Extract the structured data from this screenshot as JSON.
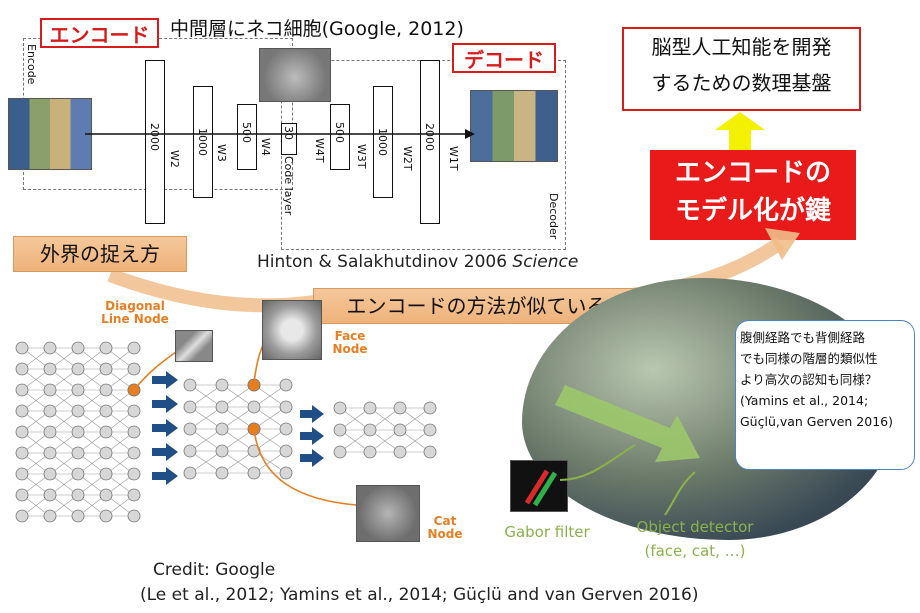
{
  "autoencoder": {
    "encode_badge": "エンコード",
    "decode_badge": "デコード",
    "title": "中間層にネコ細胞(Google, 2012)",
    "encode_side": "Encode",
    "decoder_side": "Decoder",
    "code_layer": "Code layer",
    "enc_layers": [
      "2000",
      "1000",
      "500",
      "30"
    ],
    "dec_layers": [
      "500",
      "1000",
      "2000"
    ],
    "enc_weights": [
      "W2",
      "W3",
      "W4"
    ],
    "dec_weights": [
      "W4T",
      "W3T",
      "W2T",
      "W1T"
    ]
  },
  "citation_hinton": {
    "text": "Hinton & Salakhutdinov 2006 ",
    "journal": "Science"
  },
  "left_label": "外界の捉え方",
  "middle_label": "エンコードの方法が似ている",
  "brain_goal": [
    "脳型人工知能を開発",
    "するための数理基盤"
  ],
  "key_box": [
    "エンコードの",
    "モデル化が鍵"
  ],
  "nn": {
    "diagonal": "Diagonal Line Node",
    "face": "Face Node",
    "cat": "Cat Node"
  },
  "note_box": [
    "腹側経路でも背側経路",
    "でも同様の階層的類似性",
    "より高次の認知も同様？",
    "(Yamins et al., 2014;",
    "Güçlü,van Gerven 2016)"
  ],
  "brain": {
    "gabor": "Gabor filter",
    "object_detector": "Object detector",
    "object_detector_sub": "(face, cat, …)"
  },
  "credit": "Credit: Google",
  "references": "(Le et al., 2012; Yamins et al., 2014; Güçlü and van Gerven 2016)",
  "colors": {
    "red": "#d81b1b",
    "orange": "#e67e22",
    "green": "#8ab24a",
    "yellow": "#f3f000",
    "tan": "#f0bd8a"
  }
}
